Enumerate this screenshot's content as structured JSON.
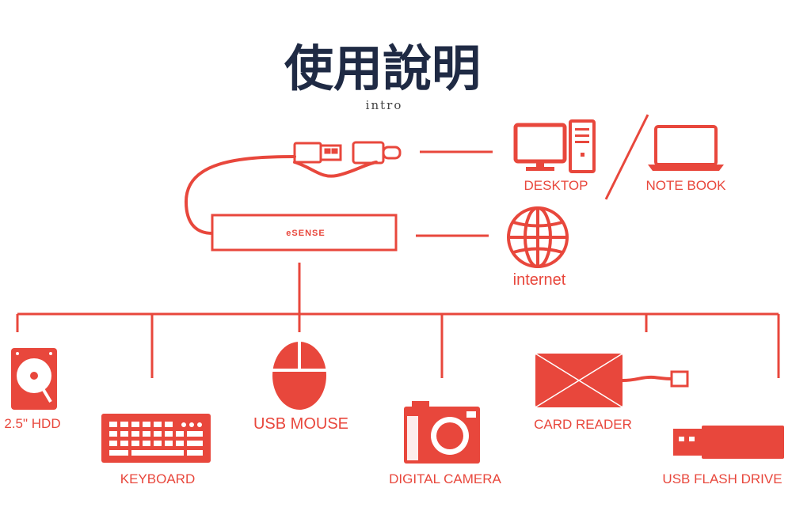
{
  "title": "使用說明",
  "subtitle": "intro",
  "hub_brand": "eSENSE",
  "colors": {
    "accent": "#e8473c",
    "title": "#1f2a44"
  },
  "nodes": {
    "desktop": {
      "label": "DESKTOP",
      "icon": "desktop-computer-icon"
    },
    "notebook": {
      "label": "NOTE BOOK",
      "icon": "laptop-icon"
    },
    "internet": {
      "label": "internet",
      "icon": "globe-icon"
    },
    "hdd": {
      "label": "2.5\" HDD",
      "icon": "hard-drive-icon"
    },
    "keyboard": {
      "label": "KEYBOARD",
      "icon": "keyboard-icon"
    },
    "mouse": {
      "label": "USB MOUSE",
      "icon": "mouse-icon"
    },
    "camera": {
      "label": "DIGITAL CAMERA",
      "icon": "camera-icon"
    },
    "cardreader": {
      "label": "CARD READER",
      "icon": "card-reader-icon"
    },
    "flashdrive": {
      "label": "USB FLASH DRIVE",
      "icon": "usb-flash-drive-icon"
    }
  }
}
